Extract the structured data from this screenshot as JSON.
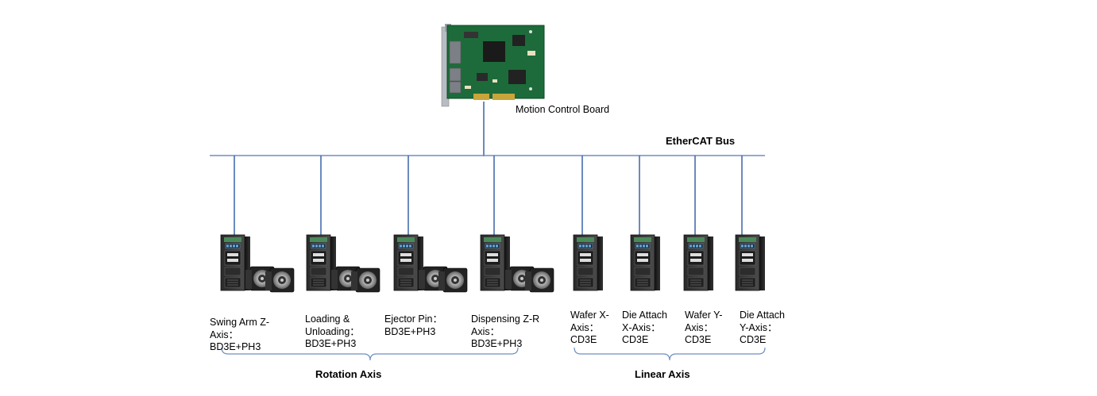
{
  "board": {
    "label": "Motion Control Board"
  },
  "bus": {
    "label": "EtherCAT Bus",
    "line_color": "#6f8fc0",
    "drop_color": "#3b63a8"
  },
  "drives": [
    {
      "id": "swing-arm-z",
      "label": "Swing Arm Z-\nAxis：\nBD3E+PH3",
      "type": "drive-with-motor"
    },
    {
      "id": "loading-unloading",
      "label": "Loading &\nUnloading：\nBD3E+PH3",
      "type": "drive-with-motor"
    },
    {
      "id": "ejector-pin",
      "label": "Ejector Pin：\nBD3E+PH3",
      "type": "drive-with-motor"
    },
    {
      "id": "dispensing-z-r",
      "label": "Dispensing Z-R\nAxis：\nBD3E+PH3",
      "type": "drive-with-motor"
    },
    {
      "id": "wafer-x",
      "label": "Wafer X-\nAxis：\nCD3E",
      "type": "drive"
    },
    {
      "id": "die-attach-x",
      "label": "Die Attach\nX-Axis：\nCD3E",
      "type": "drive"
    },
    {
      "id": "wafer-y",
      "label": "Wafer Y-\nAxis：\nCD3E",
      "type": "drive"
    },
    {
      "id": "die-attach-y",
      "label": "Die Attach\nY-Axis：\nCD3E",
      "type": "drive"
    }
  ],
  "groups": {
    "rotation": {
      "label": "Rotation Axis"
    },
    "linear": {
      "label": "Linear Axis"
    }
  }
}
